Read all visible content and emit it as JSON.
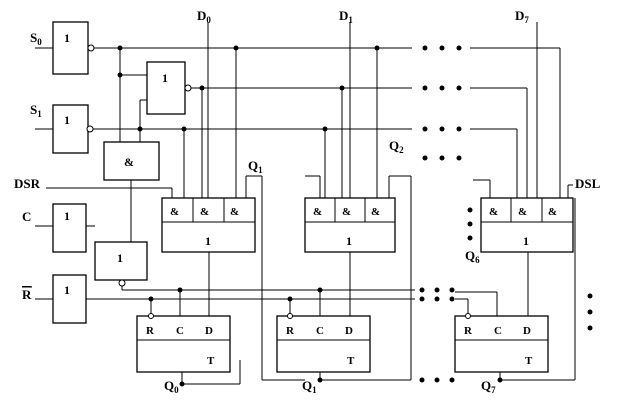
{
  "inputs": {
    "s0": {
      "main": "S",
      "sub": "0"
    },
    "s1": {
      "main": "S",
      "sub": "1"
    },
    "dsr": "DSR",
    "c": "C",
    "r": "R",
    "dsl": "DSL"
  },
  "data_inputs": {
    "d0": {
      "main": "D",
      "sub": "0"
    },
    "d1": {
      "main": "D",
      "sub": "1"
    },
    "d7": {
      "main": "D",
      "sub": "7"
    }
  },
  "outputs": {
    "q0": {
      "main": "Q",
      "sub": "0"
    },
    "q1_out": {
      "main": "Q",
      "sub": "1"
    },
    "q7": {
      "main": "Q",
      "sub": "7"
    },
    "q1_fb": {
      "main": "Q",
      "sub": "1"
    },
    "q2_fb": {
      "main": "Q",
      "sub": "2"
    },
    "q6_fb": {
      "main": "Q",
      "sub": "6"
    }
  },
  "gates": {
    "not_label": "1",
    "and_label": "&",
    "or_label": "1",
    "and_or_and": "&",
    "and_or_or": "1"
  },
  "flipflop": {
    "r": "R",
    "c": "C",
    "d": "D",
    "t": "T"
  },
  "ellipsis": "• • •"
}
